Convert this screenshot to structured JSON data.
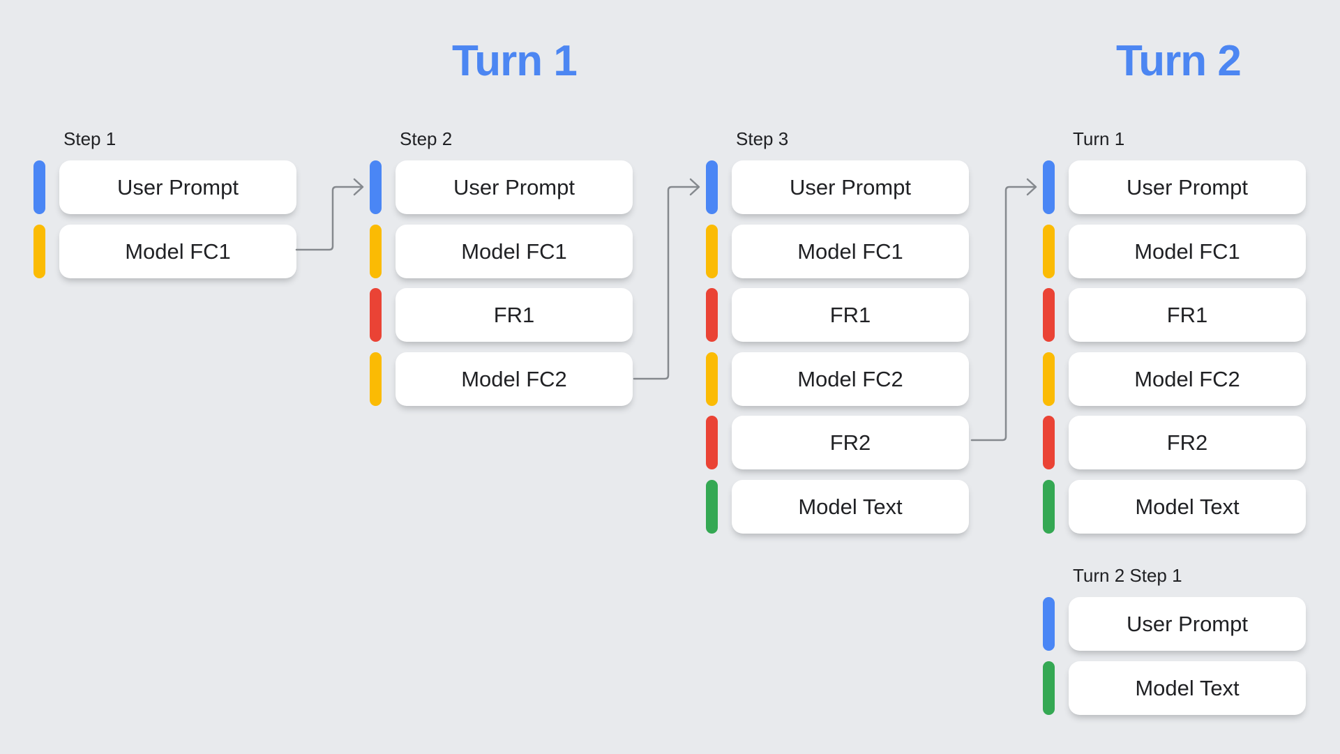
{
  "titles": {
    "turn1": "Turn 1",
    "turn2": "Turn 2"
  },
  "colors": {
    "background": "#e8eaed",
    "title_blue": "#4c86f2",
    "user_prompt_marker": "#4a86f5",
    "model_function_call_marker": "#fbbb04",
    "function_response_marker": "#ea4335",
    "model_text_marker": "#34a853",
    "connector_gray": "#85898e",
    "card_background": "#ffffff",
    "text": "#202124"
  },
  "columns": [
    {
      "id": "step1",
      "label": "Step 1",
      "cards": [
        {
          "type": "user_prompt",
          "label": "User Prompt"
        },
        {
          "type": "model_function_call",
          "label": "Model FC1"
        }
      ]
    },
    {
      "id": "step2",
      "label": "Step 2",
      "cards": [
        {
          "type": "user_prompt",
          "label": "User Prompt"
        },
        {
          "type": "model_function_call",
          "label": "Model FC1"
        },
        {
          "type": "function_response",
          "label": "FR1"
        },
        {
          "type": "model_function_call",
          "label": "Model FC2"
        }
      ]
    },
    {
      "id": "step3",
      "label": "Step 3",
      "cards": [
        {
          "type": "user_prompt",
          "label": "User Prompt"
        },
        {
          "type": "model_function_call",
          "label": "Model FC1"
        },
        {
          "type": "function_response",
          "label": "FR1"
        },
        {
          "type": "model_function_call",
          "label": "Model FC2"
        },
        {
          "type": "function_response",
          "label": "FR2"
        },
        {
          "type": "model_text",
          "label": "Model Text"
        }
      ]
    },
    {
      "id": "turn1-history",
      "label": "Turn 1",
      "cards": [
        {
          "type": "user_prompt",
          "label": "User Prompt"
        },
        {
          "type": "model_function_call",
          "label": "Model FC1"
        },
        {
          "type": "function_response",
          "label": "FR1"
        },
        {
          "type": "model_function_call",
          "label": "Model FC2"
        },
        {
          "type": "function_response",
          "label": "FR2"
        },
        {
          "type": "model_text",
          "label": "Model Text"
        }
      ]
    },
    {
      "id": "turn2-step1",
      "label": "Turn 2 Step 1",
      "cards": [
        {
          "type": "user_prompt",
          "label": "User Prompt"
        },
        {
          "type": "model_text",
          "label": "Model Text"
        }
      ]
    }
  ],
  "connectors": [
    {
      "from": "Step 1 / Model FC1",
      "to": "Step 2 / User Prompt"
    },
    {
      "from": "Step 2 / Model FC2",
      "to": "Step 3 / User Prompt"
    },
    {
      "from": "Step 3 / FR2",
      "to": "Turn 1 / User Prompt"
    }
  ]
}
